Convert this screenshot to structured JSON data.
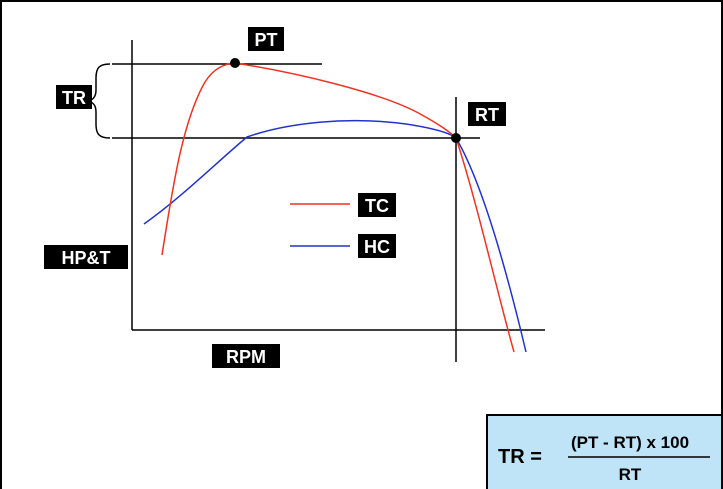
{
  "labels": {
    "pt": "PT",
    "rt": "RT",
    "tr": "TR",
    "hpt": "HP&T",
    "rpm": "RPM"
  },
  "legend": {
    "tc": "TC",
    "hc": "HC"
  },
  "formula": {
    "lhs": "TR =",
    "numerator": "(PT - RT) x 100",
    "denominator": "RT"
  },
  "colors": {
    "torque_curve": "#ee3322",
    "horsepower_curve": "#2233cc",
    "formula_box": "#bfe3f7",
    "label_bg": "#000000"
  }
}
